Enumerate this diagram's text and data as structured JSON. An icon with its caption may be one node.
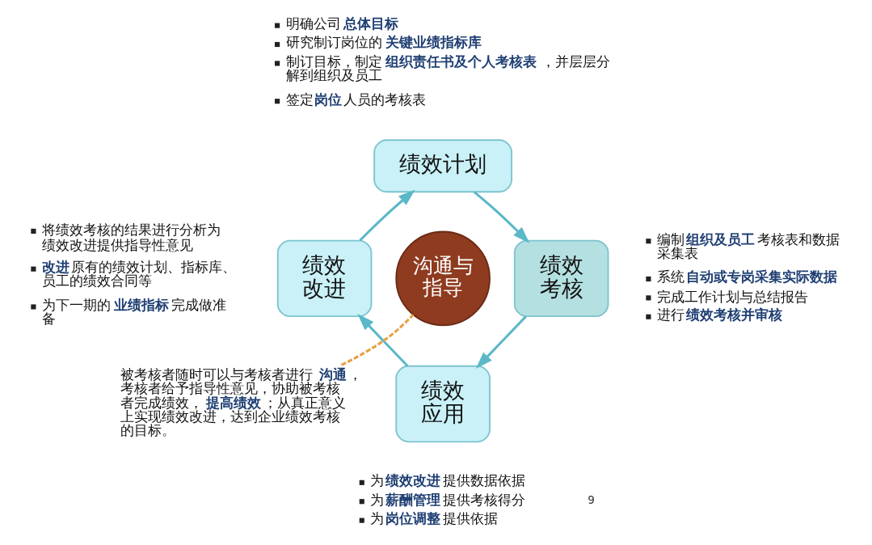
{
  "diagram": {
    "nodes": [
      {
        "text": [
          "绩效计划"
        ],
        "beside": [
          "明确公司**总体目标**",
          "研究制订岗位的**关键业绩指标库**",
          "制订目标，制定**组织责任书及个人考核表**，并层层分解到组织及员工",
          "签定**岗位**人员的考核表"
        ]
      },
      {
        "text": [
          "绩效考核"
        ],
        "beside": [
          "编制**组织及员工**考核表和数据采集表",
          "系统**自动或专岗采集实际数据**",
          "完成工作计划与总结报告",
          "进行**绩效考核并审核**"
        ]
      },
      {
        "text": [
          "绩效应用"
        ],
        "beside": [
          "为**绩效改进**提供数据依据",
          "为**薪酬管理**提供考核得分",
          "为**岗位调整**提供依据"
        ]
      },
      {
        "text": [
          "绩效改进"
        ],
        "beside": [
          "将绩效考核的结果进行分析为绩效改进提供指导性意见",
          "**改进**原有的绩效计划、指标库、员工的绩效合同等",
          "为下一期的**业绩指标**完成做准备"
        ]
      },
      {
        "text": [
          "沟通与指导"
        ]
      },
      {
        "text": [
          "被考核者随时可以与考核者进行**沟通**，考核者给予指导性意见，协助被考核者完成绩效，**提高绩效**；从真正意义上实现绩效改进，达到企业绩效考核的目标。"
        ]
      }
    ],
    "edges": [
      {
        "from": 0,
        "to": 1,
        "arrow": "to"
      },
      {
        "from": 1,
        "to": 2,
        "arrow": "to"
      },
      {
        "from": 2,
        "to": 3,
        "arrow": "to"
      },
      {
        "from": 3,
        "to": 0,
        "arrow": "to"
      },
      {
        "from": 5,
        "to": 4,
        "arrow": "none",
        "style": "dashed",
        "color": "#e8a040"
      }
    ],
    "labels": [
      "9"
    ]
  }
}
